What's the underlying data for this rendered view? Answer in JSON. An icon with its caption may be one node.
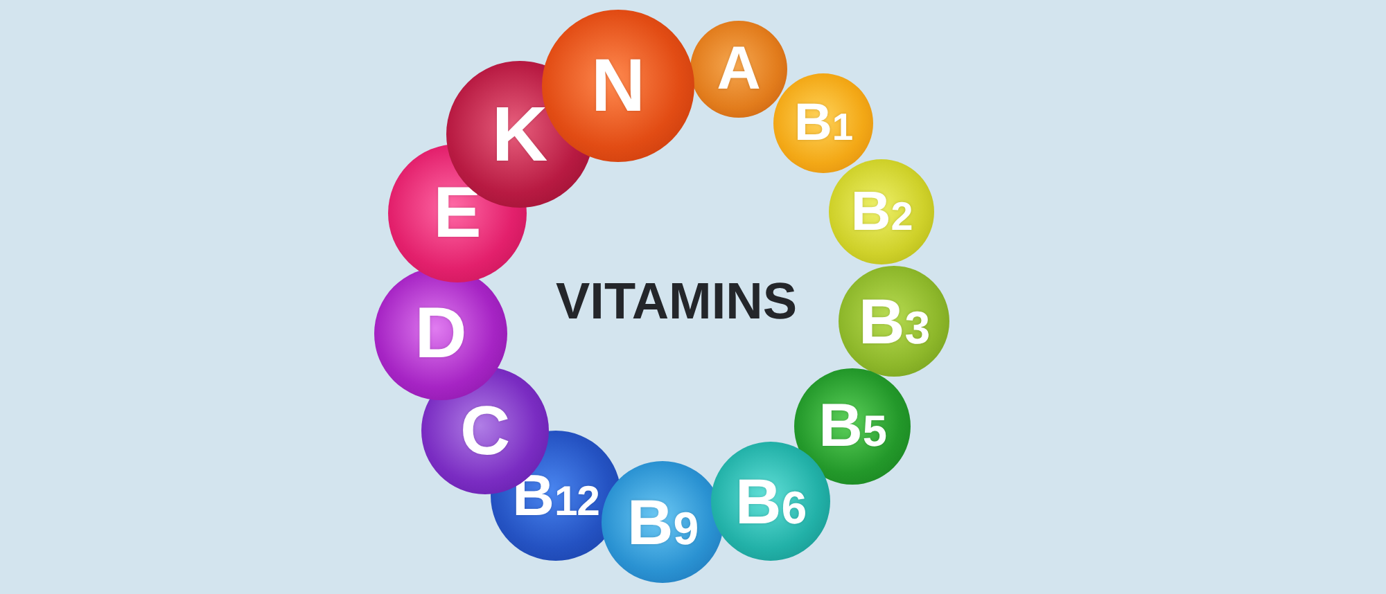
{
  "diagram": {
    "title": "VITAMINS",
    "nodes": [
      {
        "text": [
          "A"
        ]
      },
      {
        "text": [
          "B$_{1}$"
        ]
      },
      {
        "text": [
          "B$_{2}$"
        ]
      },
      {
        "text": [
          "B$_{3}$"
        ]
      },
      {
        "text": [
          "B$_{5}$"
        ]
      },
      {
        "text": [
          "B$_{6}$"
        ]
      },
      {
        "text": [
          "B$_{9}$"
        ]
      },
      {
        "text": [
          "B$_{12}$"
        ]
      },
      {
        "text": [
          "C"
        ]
      },
      {
        "text": [
          "D"
        ]
      },
      {
        "text": [
          "E"
        ]
      },
      {
        "text": [
          "K"
        ]
      },
      {
        "text": [
          "N"
        ]
      }
    ]
  }
}
